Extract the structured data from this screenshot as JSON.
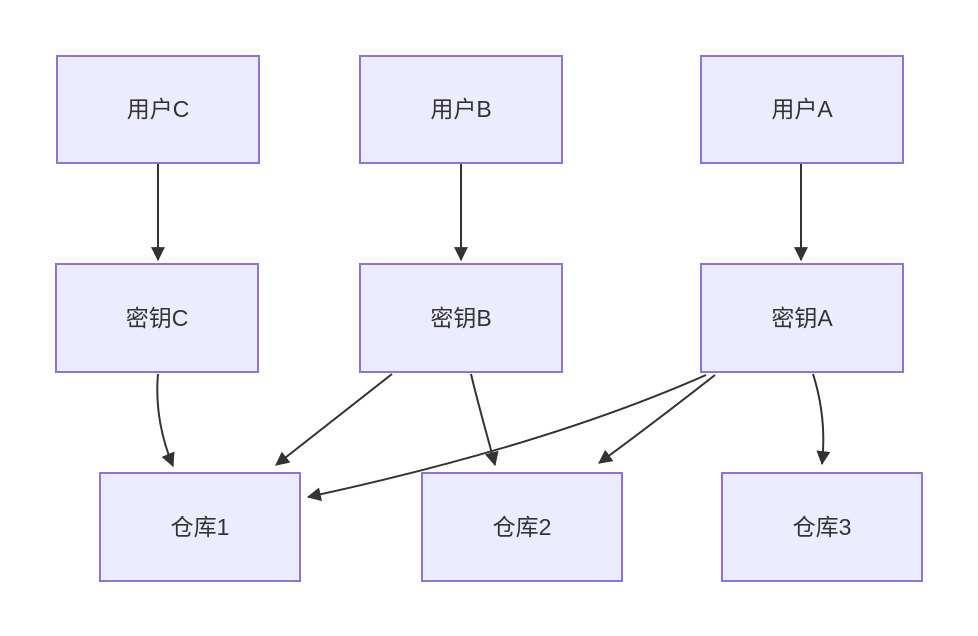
{
  "colors": {
    "background": "#FFFFFF",
    "node_fill": "#ECECFF",
    "node_border": "#9370DB",
    "edge": "#333333",
    "text": "#333333"
  },
  "diagram": {
    "type": "flowchart",
    "nodes": [
      {
        "id": "user-c",
        "label": "用户C",
        "row": "users"
      },
      {
        "id": "user-b",
        "label": "用户B",
        "row": "users"
      },
      {
        "id": "user-a",
        "label": "用户A",
        "row": "users"
      },
      {
        "id": "key-c",
        "label": "密钥C",
        "row": "keys"
      },
      {
        "id": "key-b",
        "label": "密钥B",
        "row": "keys"
      },
      {
        "id": "key-a",
        "label": "密钥A",
        "row": "keys"
      },
      {
        "id": "repo-1",
        "label": "仓库1",
        "row": "repos"
      },
      {
        "id": "repo-2",
        "label": "仓库2",
        "row": "repos"
      },
      {
        "id": "repo-3",
        "label": "仓库3",
        "row": "repos"
      }
    ],
    "edges": [
      {
        "from": "用户C",
        "to": "密钥C"
      },
      {
        "from": "用户B",
        "to": "密钥B"
      },
      {
        "from": "用户A",
        "to": "密钥A"
      },
      {
        "from": "密钥C",
        "to": "仓库1"
      },
      {
        "from": "密钥B",
        "to": "仓库1"
      },
      {
        "from": "密钥B",
        "to": "仓库2"
      },
      {
        "from": "密钥A",
        "to": "仓库1"
      },
      {
        "from": "密钥A",
        "to": "仓库2"
      },
      {
        "from": "密钥A",
        "to": "仓库3"
      }
    ]
  }
}
